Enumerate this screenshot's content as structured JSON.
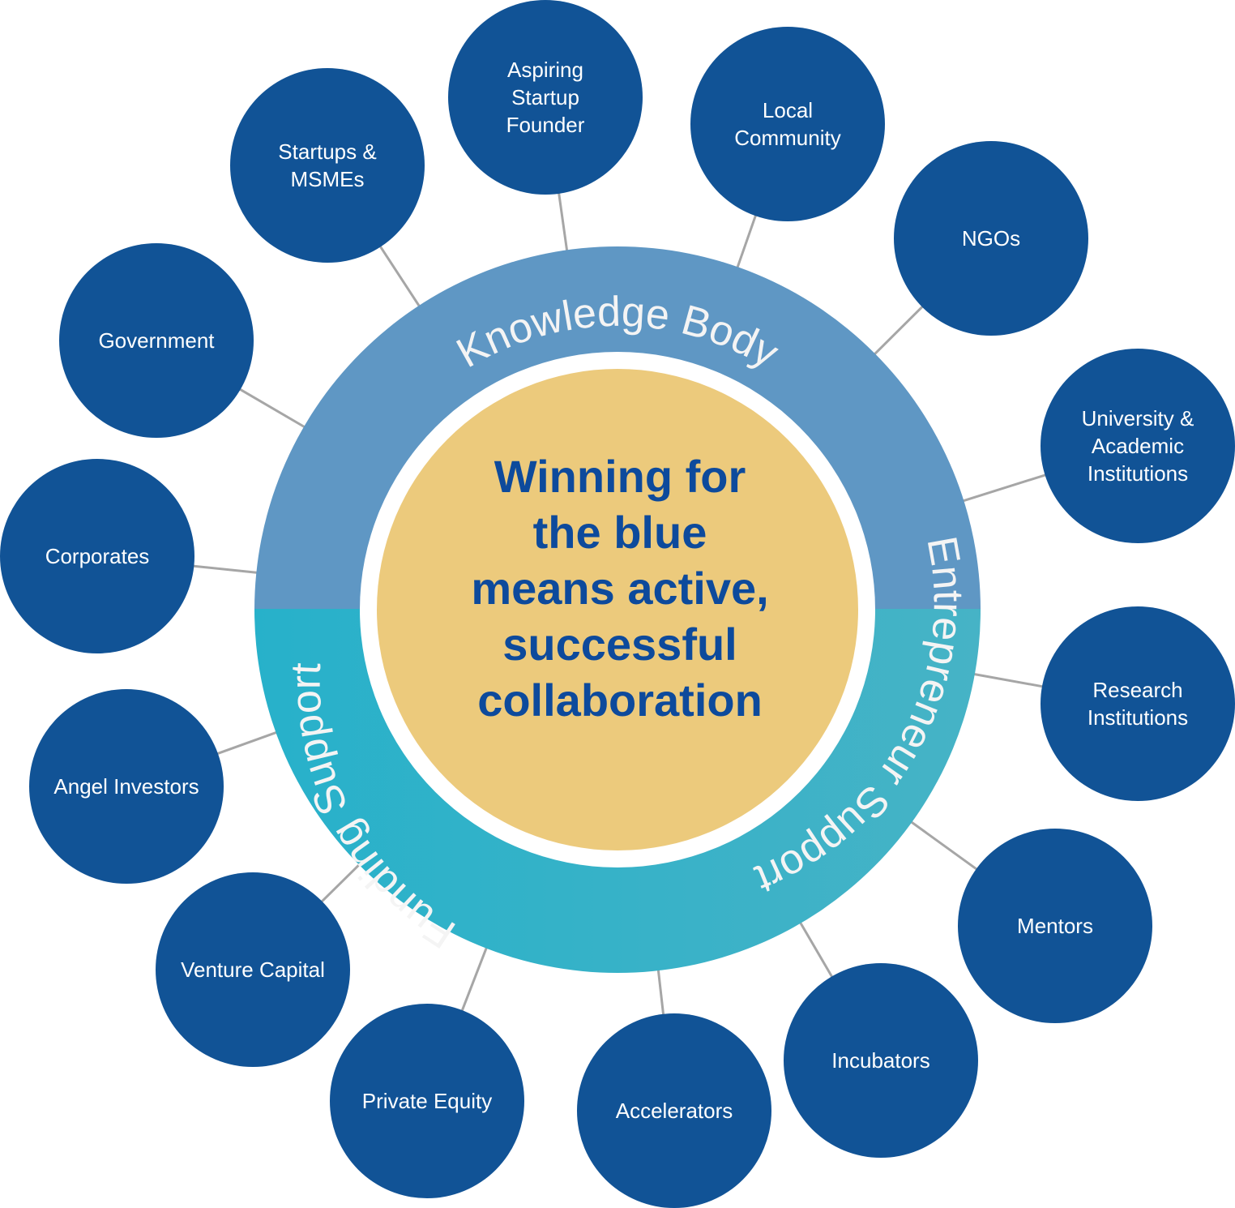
{
  "center": {
    "lines": [
      "Winning for",
      "the blue",
      "means active,",
      "successful",
      "collaboration"
    ]
  },
  "ring": {
    "segments": [
      {
        "label": "Knowledge Body",
        "color": "#5f97c4"
      },
      {
        "label": "Entrepreneur Support",
        "color": "#3aaec4"
      },
      {
        "label": "Funding Support",
        "color": "#2cafc8"
      }
    ]
  },
  "colors": {
    "node": "#115396",
    "center_fill": "#ecca7c",
    "center_text": "#0d4a9c",
    "ring_top": "#5f97c4",
    "ring_bottom": "#2fb0c7",
    "connector": "#a6a6a6"
  },
  "nodes": [
    {
      "id": "aspiring-startup-founder",
      "lines": [
        "Aspiring",
        "Startup",
        "Founder"
      ]
    },
    {
      "id": "local-community",
      "lines": [
        "Local",
        "Community"
      ]
    },
    {
      "id": "ngos",
      "lines": [
        "NGOs"
      ]
    },
    {
      "id": "university-academic-institutions",
      "lines": [
        "University &",
        "Academic",
        "Institutions"
      ]
    },
    {
      "id": "research-institutions",
      "lines": [
        "Research",
        "Institutions"
      ]
    },
    {
      "id": "mentors",
      "lines": [
        "Mentors"
      ]
    },
    {
      "id": "incubators",
      "lines": [
        "Incubators"
      ]
    },
    {
      "id": "accelerators",
      "lines": [
        "Accelerators"
      ]
    },
    {
      "id": "private-equity",
      "lines": [
        "Private Equity"
      ]
    },
    {
      "id": "venture-capital",
      "lines": [
        "Venture Capital"
      ]
    },
    {
      "id": "angel-investors",
      "lines": [
        "Angel Investors"
      ]
    },
    {
      "id": "corporates",
      "lines": [
        "Corporates"
      ]
    },
    {
      "id": "government",
      "lines": [
        "Government"
      ]
    },
    {
      "id": "startups-msmes",
      "lines": [
        "Startups &",
        "MSMEs"
      ]
    }
  ]
}
